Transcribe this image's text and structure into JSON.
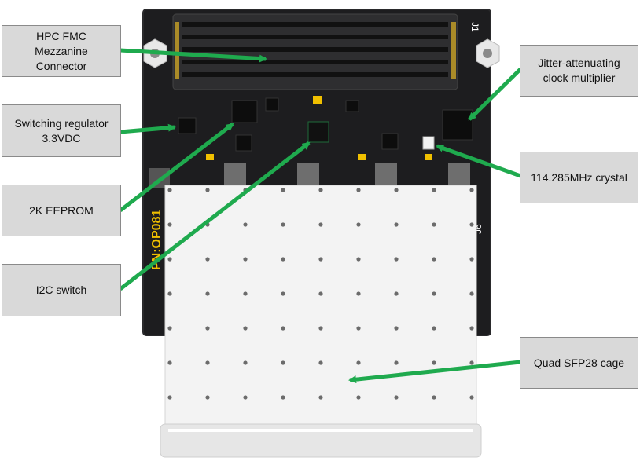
{
  "board": {
    "part_number": "PN:OP081",
    "connector_ref": "J1",
    "cage_ref": "J6",
    "colors": {
      "pcb": "#1d1d1f",
      "pcb_edge": "#2a2a2c",
      "connector": "#2e2e30",
      "gold": "#c9a227",
      "cage": "#f3f3f3",
      "cage_edge": "#d6d6d6",
      "arrow": "#1faa4e",
      "label_bg": "#d9d9d9"
    }
  },
  "callouts": {
    "fmc_connector": [
      "HPC FMC",
      "Mezzanine",
      "Connector"
    ],
    "switching_regulator": [
      "Switching regulator",
      "3.3VDC"
    ],
    "eeprom": [
      "2K EEPROM"
    ],
    "i2c_switch": [
      "I2C switch"
    ],
    "clock_multiplier": [
      "Jitter-attenuating",
      "clock multiplier"
    ],
    "crystal": [
      "114.285MHz crystal"
    ],
    "sfp_cage": [
      "Quad SFP28 cage"
    ]
  }
}
